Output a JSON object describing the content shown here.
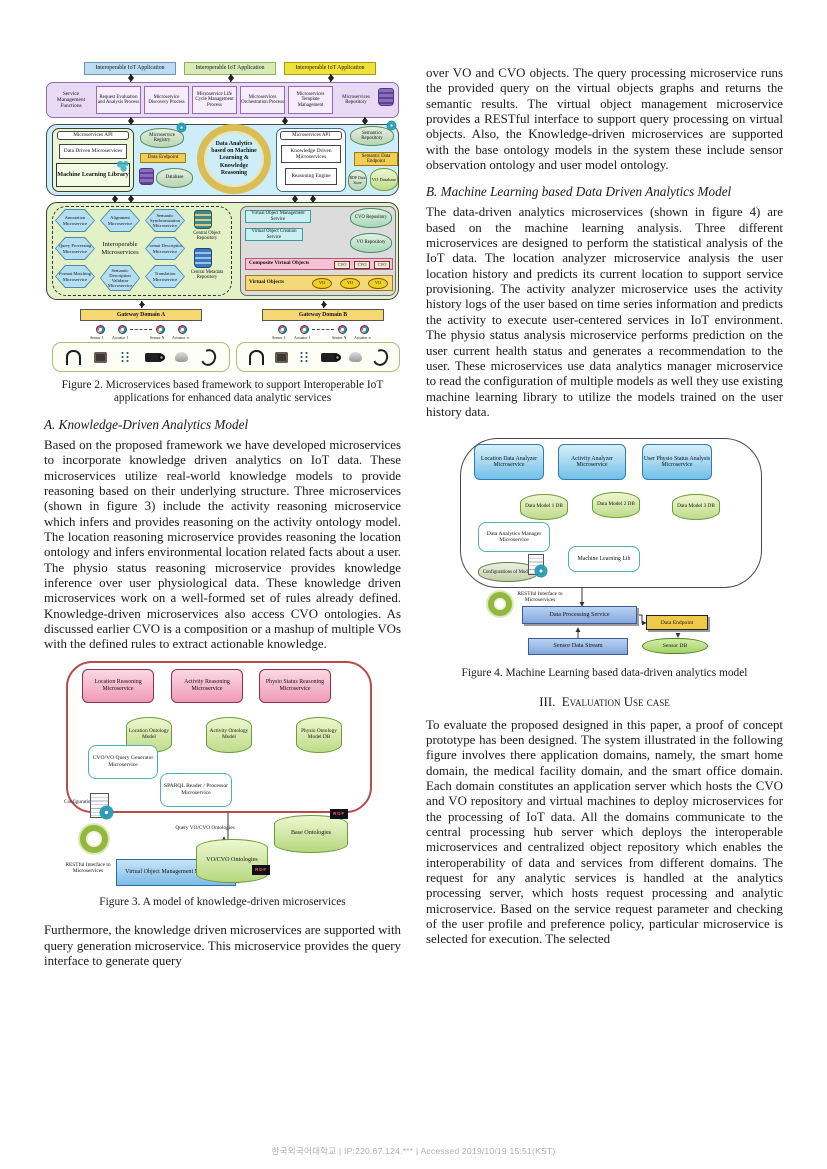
{
  "palette": {
    "service_band": "#ead9f4",
    "analytics_band": "#cdeef8",
    "interop_band": "#e3f2c6",
    "app_blue": "#bcdcf2",
    "app_green": "#d8eab6",
    "app_yellow": "#f0e13c",
    "pink_box_dark": "#9c3050",
    "blue_box": "#9fd0ee",
    "green_cylinder": "#cde49a",
    "endpoint_yellow": "#f2cc54",
    "red_frame": "#b84a4a"
  },
  "fig2": {
    "apps": [
      "Interoperable IoT Application",
      "Interoperable IoT Application",
      "Interoperable IoT Application"
    ],
    "service_band": {
      "label": "Service Management Functions",
      "boxes": [
        "Request Evaluation and Analysis Process",
        "Microservice Discovery Process",
        "Microservice Life Cycle Management Process",
        "Microservices Orchestration Process",
        "Microservices Template Management"
      ],
      "repo_label": "Microservices Repository"
    },
    "analytics_band": {
      "api_left": "Microservices API",
      "data_driven": "Data Driven Microservices",
      "ml_library": "Machine Learning Library",
      "registry": "Microservice Registry",
      "data_endpoint": "Data Endpoint",
      "database": "Database",
      "center": "Data Analytics based on Machine Learning & Knowledge Reasoning",
      "api_right": "Microservices API",
      "knowledge_driven": "Knowledge Driven Microservices",
      "reasoning_engine": "Reasoning Engine",
      "semantics_repo": "Semantics Repository",
      "semantic_endpoint": "Semantic Data Endpoint",
      "rdf_store": "RDF Data Store",
      "vo_database": "VO Database"
    },
    "interop_band": {
      "title": "Interoperable Microservices",
      "hexes": [
        "Annotation Microservice",
        "Alignment Microservice",
        "Semantic Synchronization Microservice",
        "Query Processing Microservice",
        "Format Description Microservice",
        "Format Matching Microservice",
        "Semantic Description Validator Microservice",
        "Translation Microservice"
      ],
      "central_object": "Central Object Repository",
      "central_metadata": "Central Metadata Repository",
      "vom_service": "Virtual Object Management Service",
      "voc_service": "Virtual Object Creation Service",
      "cvo_repo": "CVO Repository",
      "vo_repo": "VO Repository",
      "composite_bar": "Composite Virtual Objects",
      "cvo_chip": "CVO",
      "virtual_bar": "Virtual Objects",
      "vo_chip": "VO"
    },
    "gateway_a": "Gateway Domain A",
    "gateway_b": "Gateway Domain B",
    "sensor_labels": [
      "Sensor 1",
      "Actuator 1",
      "Sensor N",
      "Actuator n"
    ],
    "caption": "Figure 2. Microservices based framework to support Interoperable IoT applications for enhanced data analytic services"
  },
  "section_a": {
    "heading": "A.  Knowledge-Driven Analytics Model",
    "body": "Based on the proposed framework we have developed microservices to incorporate knowledge driven analytics on IoT data. These microservices utilize real-world knowledge models to provide reasoning based on their underlying structure. Three microservices (shown in figure 3) include the activity reasoning microservice which infers and provides reasoning on the activity ontology model. The location reasoning microservice provides reasoning the location ontology and infers environmental location related facts about a user. The physio status reasoning microservice provides knowledge inference over user physiological data. These knowledge driven microservices work on a well-formed set of rules already defined. Knowledge-driven microservices also access CVO ontologies. As discussed earlier CVO is a composition or a mashup of multiple VOs with the defined rules to extract actionable knowledge."
  },
  "fig3": {
    "reasoning_boxes": [
      "Location Reasoning Microservice",
      "Activity Reasoning Microservice",
      "Physio Status Reasoning Microservice"
    ],
    "ontology_cyls": [
      "Location Ontology Model",
      "Activity Ontology Model",
      "Physio Ontology Model DB"
    ],
    "query_generator": "CVO/VO Query Generator Microservice",
    "sparql": "SPARQL Reader / Processor Microservice",
    "configuration": "Configuration",
    "restful": "RESTful Interface to Microservices",
    "vom": "Virtual Object Management Microservice",
    "query_label": "Query VO/CVO Ontologies",
    "vocvo_cyl": "VO/CVO Ontologies",
    "base_cyl": "Base Ontologies",
    "rdf": "RDF",
    "caption": "Figure 3. A model of knowledge-driven microservices"
  },
  "para_after_fig3": "Furthermore, the knowledge driven microservices are supported with query generation microservice. This microservice provides the query interface to generate query",
  "right_top_para": "over VO and CVO objects. The query processing microservice runs the provided query on the virtual objects graphs and returns the semantic results. The virtual object management microservice provides a RESTful interface to support query processing on virtual objects. Also, the Knowledge-driven microservices are supported with the base ontology models in the system these include sensor observation ontology and user model ontology.",
  "section_b": {
    "heading": "B.  Machine Learning based Data Driven Analytics Model",
    "body": "The data-driven analytics microservices (shown in figure 4) are based on the machine learning analysis. Three different microservices are designed to perform the statistical analysis of the IoT data. The location analyzer microservice analysis the user location history and predicts its current location to support service provisioning. The activity analyzer microservice uses the activity history logs of the user based on time series information and predicts the activity to execute user-centered services in IoT environment. The physio status analysis microservice performs prediction on the user current health status and generates a recommendation to the user. These microservices use data analytics manager microservice to read the configuration of multiple models as well they use existing machine learning library to utilize the models trained on the user history data."
  },
  "fig4": {
    "analyzer_boxes": [
      "Location Data Analyzer Microservice",
      "Activity Analyzer Microservice",
      "User Physio Status Analysis Microservice"
    ],
    "model_cyls": [
      "Data Model 1 DB",
      "Data Model 2 DB",
      "Data Model 3 DB"
    ],
    "manager": "Data Analytics Manager Microservice",
    "config": "Configurations of Models",
    "ml_lib": "Machine Learning Lib",
    "restful": "RESTful Interface to Microservices",
    "dps": "Data Processing Service",
    "endpoint": "Data Endpoint",
    "stream": "Sensor Data Stream",
    "sensor_db": "Sensor DB",
    "caption": "Figure 4. Machine Learning based data-driven analytics model"
  },
  "section_iii": {
    "num": "III.",
    "title": "Evaluation Use case",
    "body": "To evaluate the proposed designed in this paper, a proof of concept prototype has been designed. The system illustrated in the following figure involves there application domains, namely, the smart home domain, the medical facility domain, and the smart office domain. Each domain constitutes an application server which hosts the CVO and VO repository and virtual machines to deploy microservices for the processing of IoT data. All the domains communicate to the central processing hub server which deploys the interoperable microservices and centralized object repository which enables the interoperability of data and services from different domains. The request for any analytic services is handled at the analytics processing server, which hosts request processing and analytic microservice. Based on the service request parameter and checking of the user profile and preference policy, particular microservice is selected for execution. The selected"
  },
  "footer": "한국외국어대학교  |  IP:220.67.124.***  |  Accessed 2019/10/19 15:51(KST)"
}
